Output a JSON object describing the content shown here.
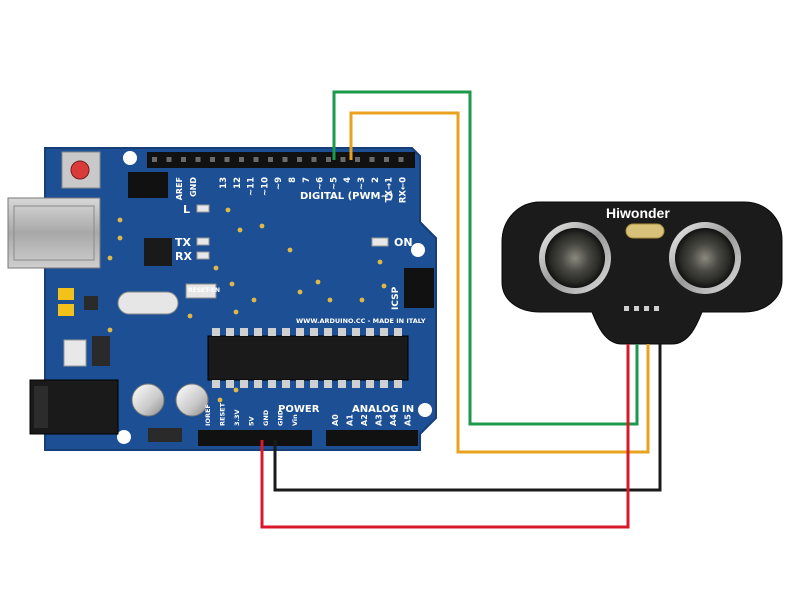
{
  "arduino": {
    "digital_label": "DIGITAL (PWM~)",
    "power_label": "POWER",
    "analog_label": "ANALOG IN",
    "website": "WWW.ARDUINO.CC - MADE IN ITALY",
    "on_label": "ON",
    "tx_label": "TX",
    "rx_label": "RX",
    "l_label": "L",
    "icsp_label": "ICSP",
    "reset_label": "RESET-EN",
    "aref_label": "AREF",
    "gnd_label": "GND",
    "digital_pins": [
      "13",
      "12",
      "~11",
      "~10",
      "~9",
      "8",
      "7",
      "~6",
      "~5",
      "4",
      "~3",
      "2",
      "TX→1",
      "RX←0"
    ],
    "power_pins": [
      "IOREF",
      "RESET",
      "3.3V",
      "5V",
      "GND",
      "GND",
      "Vin"
    ],
    "analog_pins": [
      "A0",
      "A1",
      "A2",
      "A3",
      "A4",
      "A5"
    ]
  },
  "sensor": {
    "brand": "Hiwonder"
  },
  "colors": {
    "board": "#1c4f94",
    "wire_green": "#1a9a4a",
    "wire_orange": "#e8a21e",
    "wire_black": "#1a1a1a",
    "wire_red": "#d9182a"
  }
}
